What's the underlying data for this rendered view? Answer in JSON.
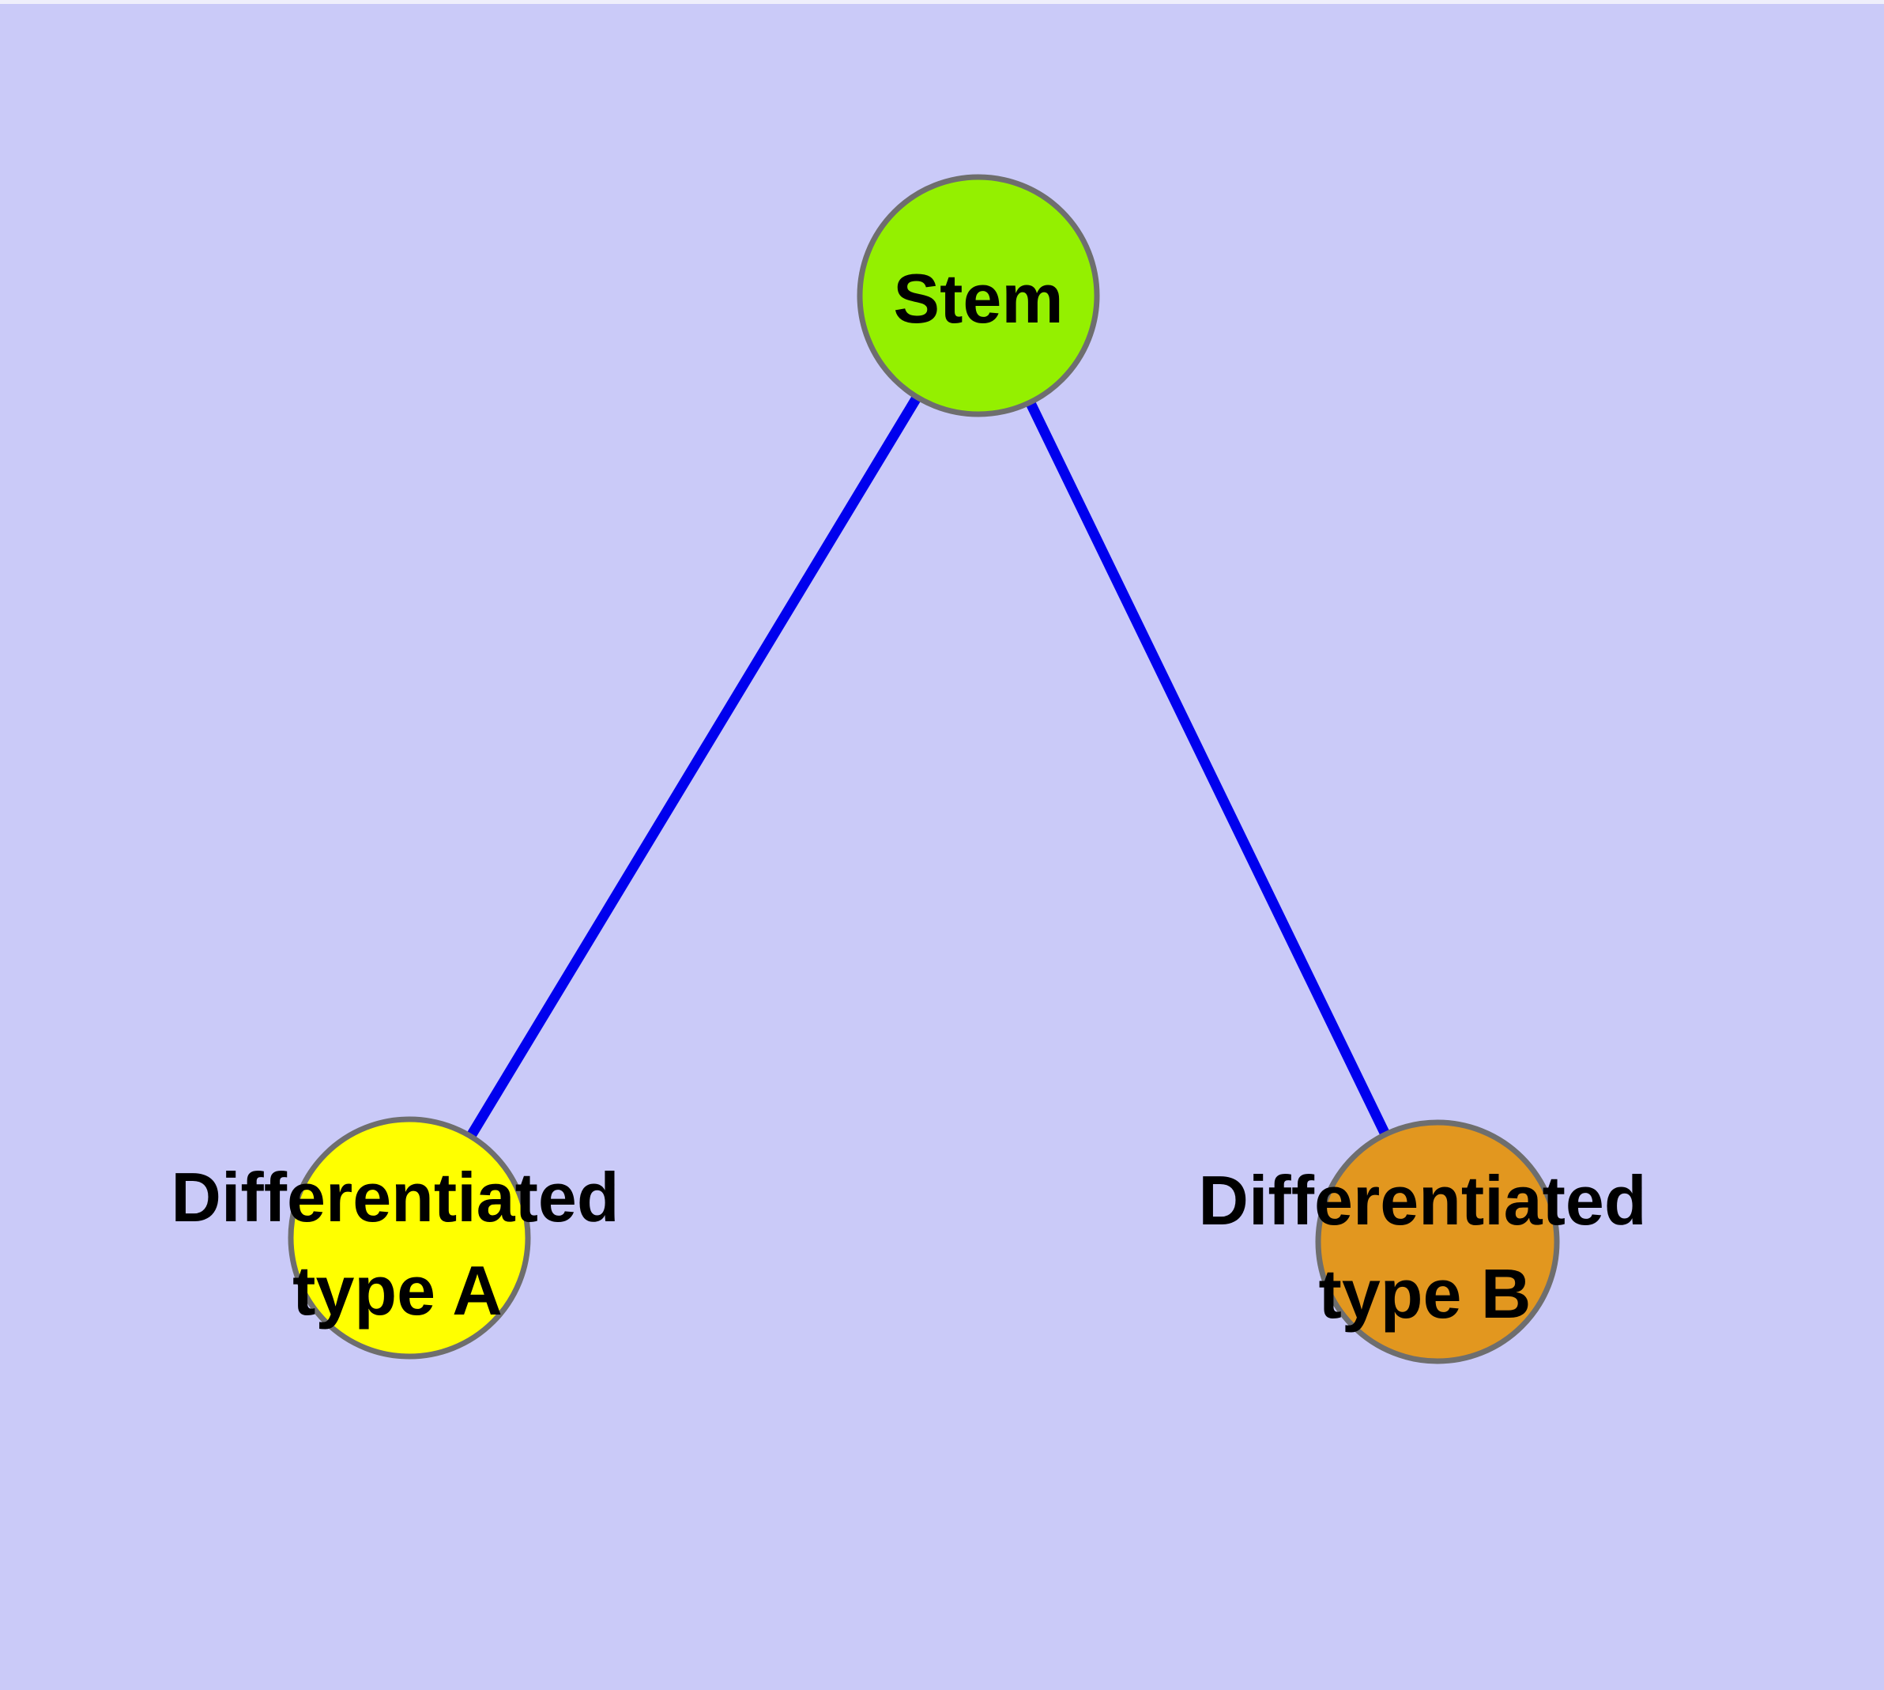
{
  "diagram": {
    "background_color": "#CACAF8",
    "top_edge_highlight_color": "#EFEFFB",
    "edge_color": "#0000EE",
    "node_border_color": "#6E6E6E",
    "label_color": "#000000",
    "nodes": [
      {
        "id": "stem",
        "label": "Stem",
        "fill_color": "#94F000"
      },
      {
        "id": "differentiated-type-a",
        "label_line1": "Differentiated",
        "label_line2": "type A",
        "fill_color": "#FFFF00"
      },
      {
        "id": "differentiated-type-b",
        "label_line1": "Differentiated",
        "label_line2": "type B",
        "fill_color": "#E2971F"
      }
    ],
    "edges": [
      {
        "from": "Stem",
        "to": "Differentiated type A"
      },
      {
        "from": "Stem",
        "to": "Differentiated type B"
      }
    ]
  }
}
